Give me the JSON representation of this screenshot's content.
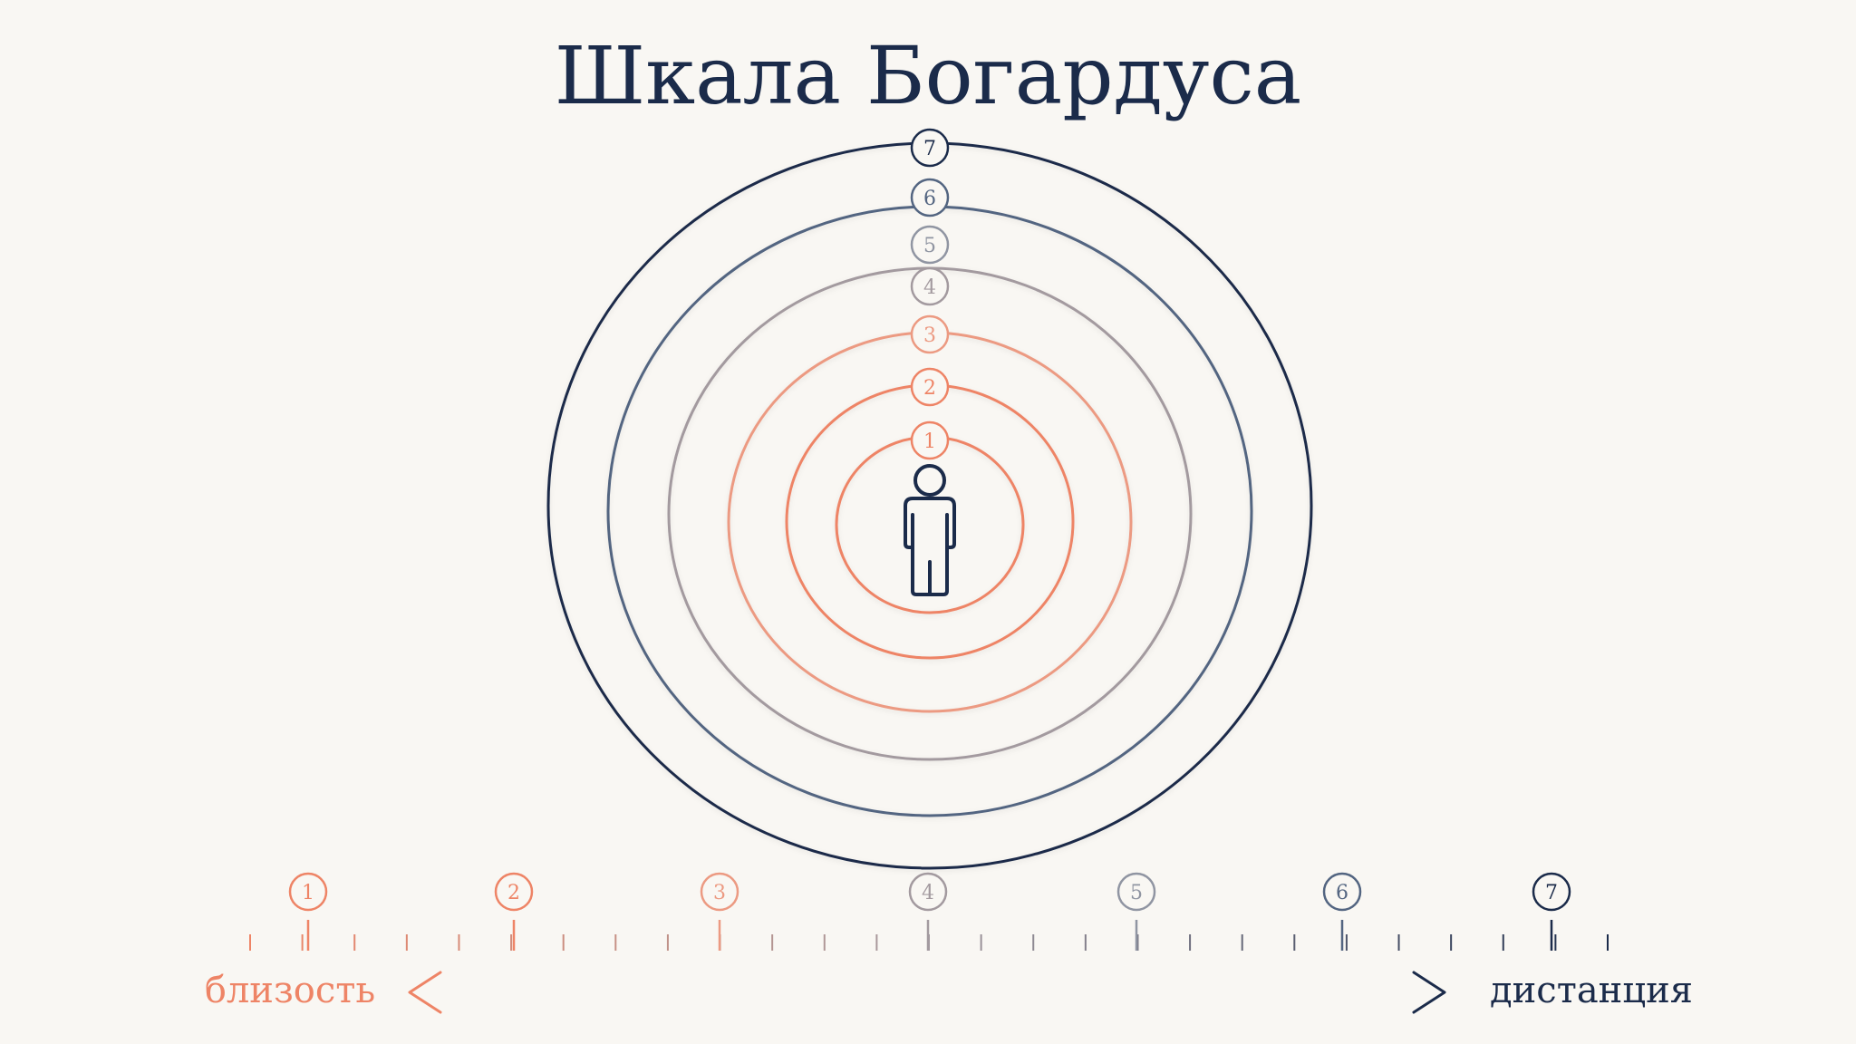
{
  "title": "Шкала Богардуса",
  "center_icon": "person-icon",
  "levels": [
    {
      "label": "1",
      "color": "#ee8466"
    },
    {
      "label": "2",
      "color": "#ee8466"
    },
    {
      "label": "3",
      "color": "#ec9a82"
    },
    {
      "label": "4",
      "color": "#a39a9f"
    },
    {
      "label": "5",
      "color": "#9095a2"
    },
    {
      "label": "6",
      "color": "#536581"
    },
    {
      "label": "7",
      "color": "#1b2b4a"
    }
  ],
  "axis": {
    "left_label": "близость",
    "right_label": "дистанция",
    "left_color": "#ee8466",
    "right_color": "#1b2b4a",
    "arrow_icon": "double-arrow-icon"
  },
  "colors": {
    "title": "#1b2b4a",
    "background": "#f9f7f3",
    "figure": "#1b2b4a"
  }
}
